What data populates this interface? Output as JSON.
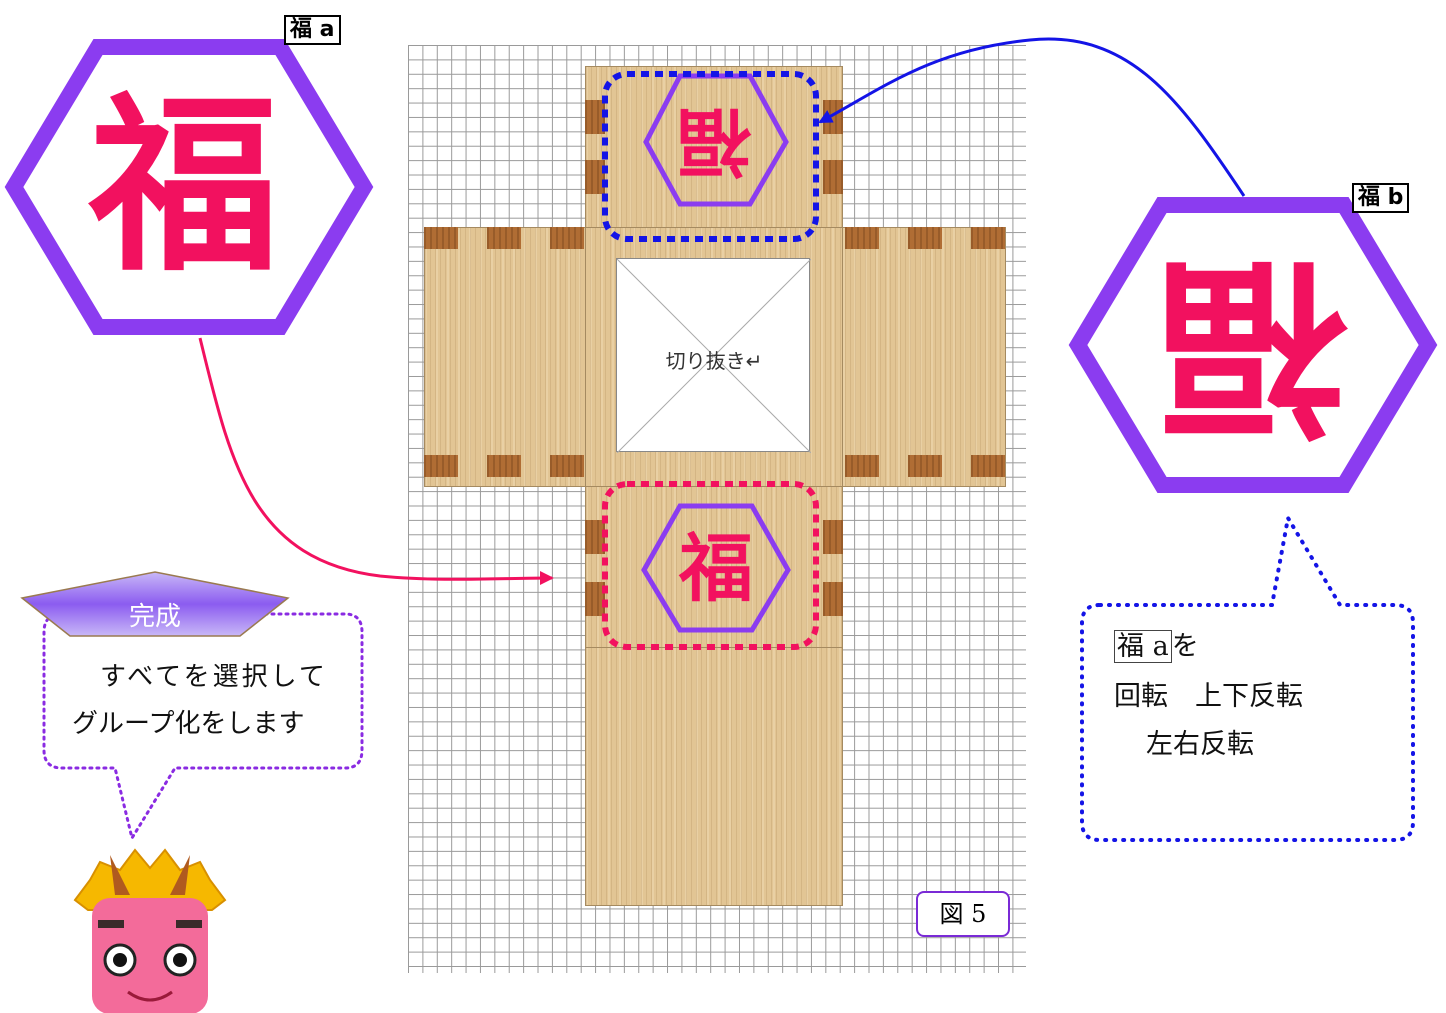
{
  "labels": {
    "fuku_a": "福 a",
    "fuku_b": "福 b",
    "fuku_char": "福"
  },
  "figure": {
    "cutout_text": "切り抜き↵",
    "figure_number": "図 5"
  },
  "left_callout": {
    "badge": "完成",
    "line1": "すべてを選択して",
    "line2": "グループ化をします"
  },
  "right_callout": {
    "label": "福 a",
    "suffix": "を",
    "line1": "回転　上下反転",
    "line2": "左右反転"
  },
  "colors": {
    "hexagon": "#8b3cf0",
    "fuku_text": "#f2115f",
    "blue_dashed": "#1414e6",
    "pink_dashed": "#f2115f",
    "callout_dots_left": "#8a2be2",
    "callout_dots_right": "#1414e6"
  }
}
